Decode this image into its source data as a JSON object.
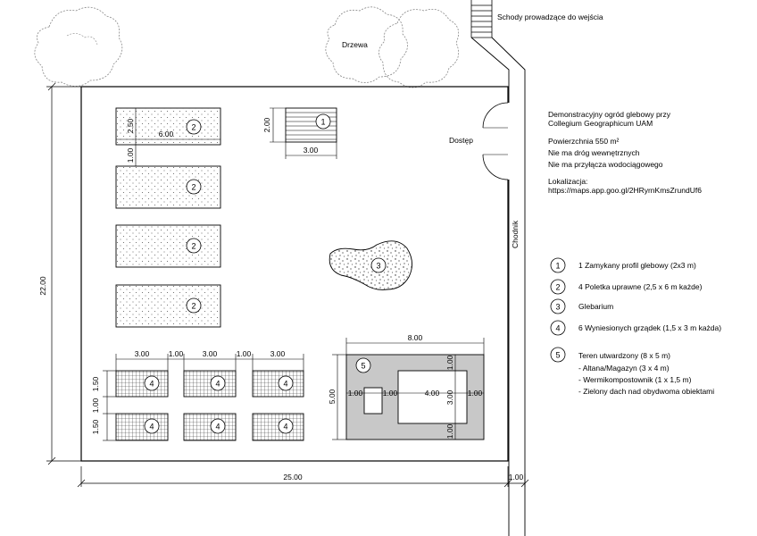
{
  "labels": {
    "stairs": "Schody prowadzące do wejścia",
    "trees": "Drzewa",
    "access": "Dostęp",
    "sidewalk": "Chodnik"
  },
  "info": {
    "title_line1": "Demonstracyjny ogród glebowy przy",
    "title_line2": "Collegium Geographicum UAM",
    "area": "Powierzchnia 550 m²",
    "no_roads": "Nie ma dróg wewnętrznych",
    "no_water": "Nie ma przyłącza wodociągowego",
    "location_label": "Lokalizacja:",
    "location_url": "https://maps.app.goo.gl/2HRyrnKmsZrundUf6"
  },
  "legend": [
    {
      "num": "1",
      "text": "1 Zamykany profil glebowy (2x3 m)"
    },
    {
      "num": "2",
      "text": "4 Poletka uprawne (2,5 x 6 m każde)"
    },
    {
      "num": "3",
      "text": "Glebarium"
    },
    {
      "num": "4",
      "text": "6 Wyniesionych grządek (1,5 x 3 m każda)"
    },
    {
      "num": "5",
      "text": "Teren utwardzony (8 x 5 m)"
    }
  ],
  "legend_sub": [
    "- Altana/Magazyn (3 x 4 m)",
    "- Wermikompostownik (1 x 1,5 m)",
    "- Zielony dach nad obydwoma obiektami"
  ],
  "dims": {
    "total_width": "25.00",
    "total_height": "22.00",
    "sidewalk_width": "1.00",
    "profile_height": "2.00",
    "profile_width": "3.00",
    "plot_height": "2.50",
    "plot_width": "6.00",
    "plot_gap": "1.00",
    "bed_width": "3.00",
    "bed_gap": "1.00",
    "bed_height": "1.50",
    "bed_row_gap": "1.00",
    "hard_width": "8.00",
    "hard_height": "5.00",
    "margin": "1.00",
    "shed_width": "4.00",
    "shed_height": "3.00"
  },
  "markers": {
    "profile": "1",
    "plot": "2",
    "glebarium": "3",
    "bed": "4",
    "hard": "5"
  }
}
